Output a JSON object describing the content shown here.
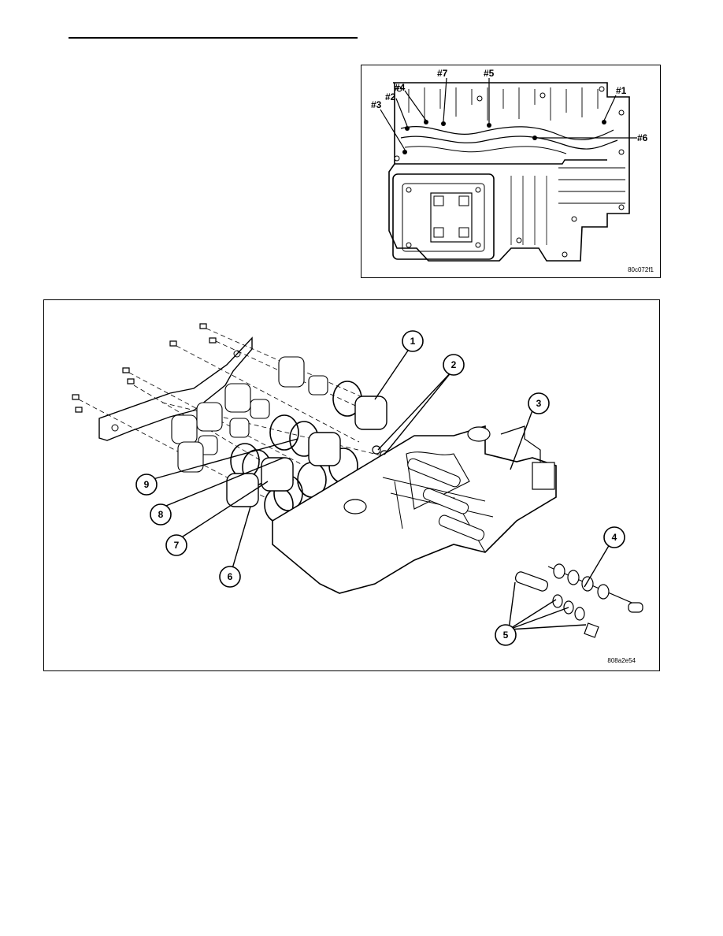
{
  "figure_top": {
    "figure_id": "80c072f1",
    "callouts": [
      "#1",
      "#2",
      "#3",
      "#4",
      "#5",
      "#6",
      "#7"
    ]
  },
  "figure_bottom": {
    "figure_id": "808a2e54",
    "callouts": [
      "1",
      "2",
      "3",
      "4",
      "5",
      "6",
      "7",
      "8",
      "9"
    ]
  }
}
